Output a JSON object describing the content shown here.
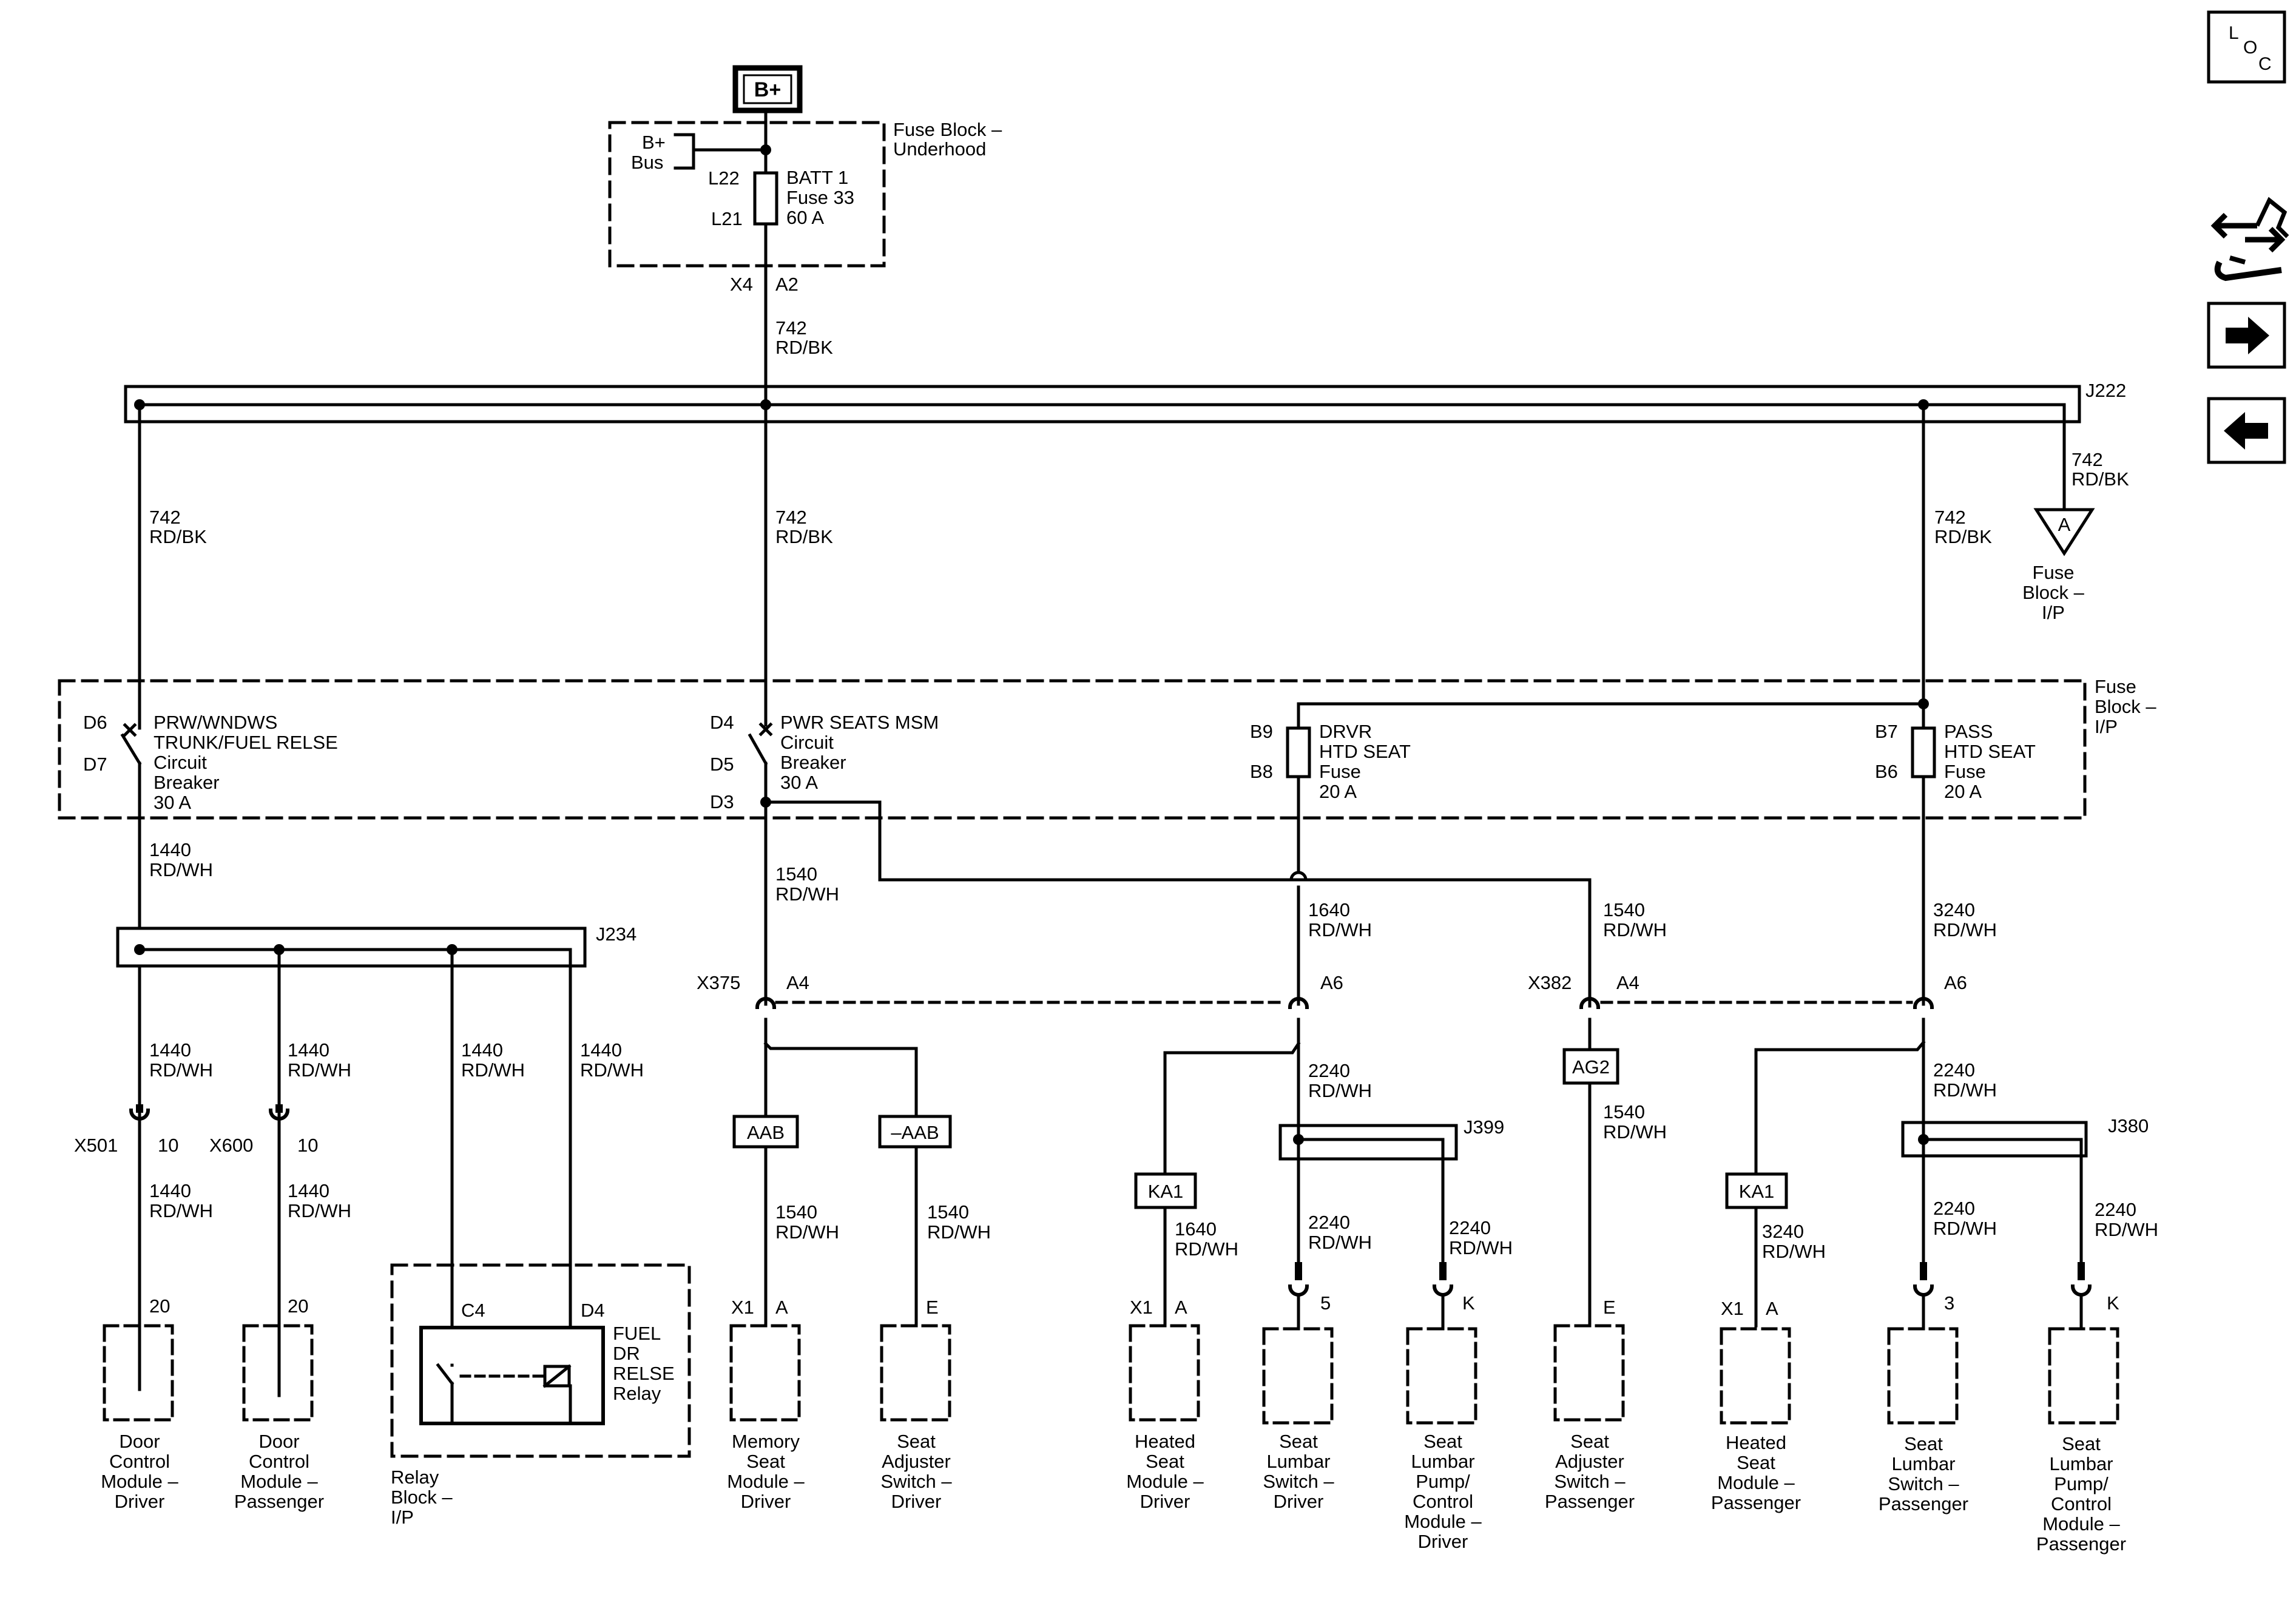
{
  "power": {
    "source": "B+"
  },
  "fuse_underhood": {
    "title_1": "Fuse Block –",
    "title_2": "Underhood",
    "bus_1": "B+",
    "bus_2": "Bus",
    "pin_top": "L22",
    "pin_bottom": "L21",
    "fuse_1": "BATT 1",
    "fuse_2": "Fuse 33",
    "fuse_3": "60 A",
    "connector": "X4",
    "pin_out": "A2"
  },
  "wires": {
    "w742_num": "742",
    "w742_color": "RD/BK",
    "w1440_num": "1440",
    "w1440_color": "RD/WH",
    "w1540_num": "1540",
    "w1540_color": "RD/WH",
    "w1640_num": "1640",
    "w1640_color": "RD/WH",
    "w3240_num": "3240",
    "w3240_color": "RD/WH",
    "w2240_num": "2240",
    "w2240_color": "RD/WH"
  },
  "splices": {
    "j222": "J222",
    "j234": "J234",
    "j399": "J399",
    "j380": "J380"
  },
  "offpage": {
    "letter": "A",
    "label_1": "Fuse",
    "label_2": "Block –",
    "label_3": "I/P"
  },
  "fuse_ip": {
    "title_1": "Fuse",
    "title_2": "Block –",
    "title_3": "I/P",
    "cb1_pin_in": "D6",
    "cb1_pin_out": "D7",
    "cb1_1": "PRW/WNDWS",
    "cb1_2": "TRUNK/FUEL RELSE",
    "cb1_3": "Circuit",
    "cb1_4": "Breaker",
    "cb1_5": "30 A",
    "cb2_pin_in": "D4",
    "cb2_pin_mid": "D5",
    "cb2_pin_out": "D3",
    "cb2_1": "PWR SEATS MSM",
    "cb2_2": "Circuit",
    "cb2_3": "Breaker",
    "cb2_4": "30 A",
    "f1_pin_in": "B9",
    "f1_pin_out": "B8",
    "f1_1": "DRVR",
    "f1_2": "HTD SEAT",
    "f1_3": "Fuse",
    "f1_4": "20 A",
    "f2_pin_in": "B7",
    "f2_pin_out": "B6",
    "f2_1": "PASS",
    "f2_2": "HTD SEAT",
    "f2_3": "Fuse",
    "f2_4": "20 A"
  },
  "connectors": {
    "x375": "X375",
    "x375_a4": "A4",
    "x375_a6": "A6",
    "x382": "X382",
    "x382_a4": "A4",
    "x382_a6": "A6",
    "x501": "X501",
    "x501_pin": "10",
    "x600": "X600",
    "x600_pin": "10"
  },
  "options": {
    "aab": "AAB",
    "not_aab": "–AAB",
    "ka1_left": "KA1",
    "ka1_right": "KA1",
    "ag2": "AG2"
  },
  "relay": {
    "pin_c4": "C4",
    "pin_d4": "D4",
    "name_1": "FUEL",
    "name_2": "DR",
    "name_3": "RELSE",
    "name_4": "Relay",
    "block_1": "Relay",
    "block_2": "Block –",
    "block_3": "I/P"
  },
  "components": [
    {
      "pin": "20",
      "conn": "",
      "lines": [
        "Door",
        "Control",
        "Module –",
        "Driver"
      ]
    },
    {
      "pin": "20",
      "conn": "",
      "lines": [
        "Door",
        "Control",
        "Module –",
        "Passenger"
      ]
    },
    {
      "pin": "A",
      "conn": "X1",
      "lines": [
        "Memory",
        "Seat",
        "Module –",
        "Driver"
      ]
    },
    {
      "pin": "E",
      "conn": "",
      "lines": [
        "Seat",
        "Adjuster",
        "Switch –",
        "Driver"
      ]
    },
    {
      "pin": "A",
      "conn": "X1",
      "lines": [
        "Heated",
        "Seat",
        "Module –",
        "Driver"
      ]
    },
    {
      "pin": "5",
      "conn": "",
      "lines": [
        "Seat",
        "Lumbar",
        "Switch –",
        "Driver"
      ]
    },
    {
      "pin": "K",
      "conn": "",
      "lines": [
        "Seat",
        "Lumbar",
        "Pump/",
        "Control",
        "Module –",
        "Driver"
      ]
    },
    {
      "pin": "E",
      "conn": "",
      "lines": [
        "Seat",
        "Adjuster",
        "Switch –",
        "Passenger"
      ]
    },
    {
      "pin": "A",
      "conn": "X1",
      "lines": [
        "Heated",
        "Seat",
        "Module –",
        "Passenger"
      ]
    },
    {
      "pin": "3",
      "conn": "",
      "lines": [
        "Seat",
        "Lumbar",
        "Switch –",
        "Passenger"
      ]
    },
    {
      "pin": "K",
      "conn": "",
      "lines": [
        "Seat",
        "Lumbar",
        "Pump/",
        "Control",
        "Module –",
        "Passenger"
      ]
    }
  ],
  "sidebar": {
    "loc_1": "L",
    "loc_2": "O",
    "loc_3": "C",
    "icons": [
      "locator-icon",
      "connector-tool-icon",
      "next-arrow-icon",
      "previous-arrow-icon"
    ]
  }
}
